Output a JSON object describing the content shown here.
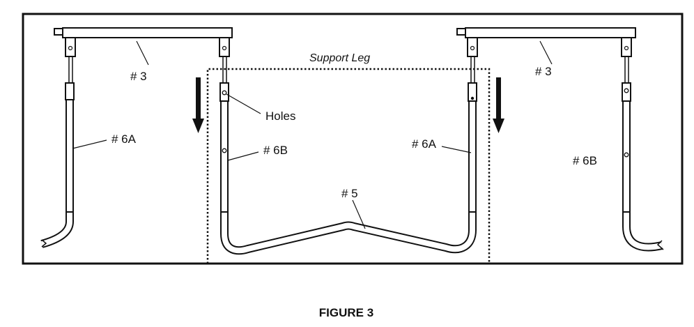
{
  "labels": {
    "part_3_left": "# 3",
    "part_3_right": "# 3",
    "part_6a_left": "# 6A",
    "part_6b_center": "# 6B",
    "part_6a_center": "# 6A",
    "part_6b_right": "# 6B",
    "part_5": "# 5",
    "holes": "Holes",
    "support_leg": "Support Leg"
  },
  "caption": "FIGURE 3"
}
